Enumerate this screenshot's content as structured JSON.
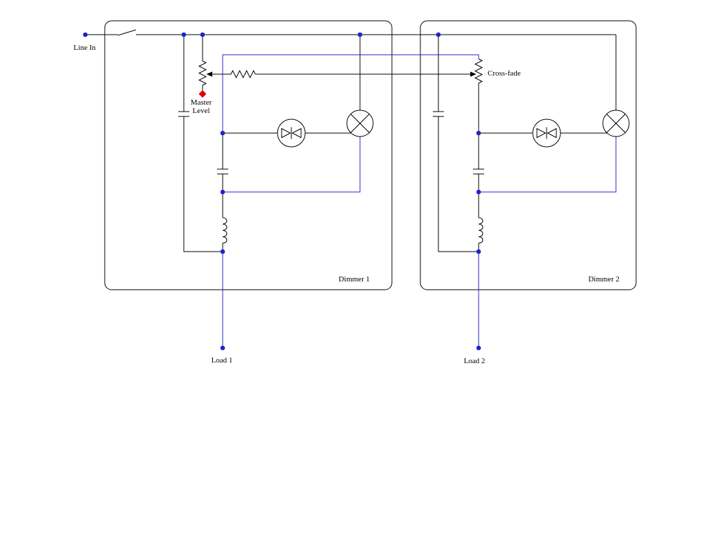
{
  "diagram": {
    "type": "circuit-schematic",
    "colors": {
      "wire": "#000000",
      "blue_wire": "#2323cb",
      "junction": "#2323cb",
      "indicator": "#e00000",
      "component_fill": "#ffffff",
      "canvas_bg": "#ffffff"
    },
    "labels": {
      "line_in": "Line In",
      "master_line1": "Master",
      "master_line2": "Level",
      "cross_fade": "Cross-fade",
      "dimmer1": "Dimmer 1",
      "dimmer2": "Dimmer 2",
      "load1": "Load 1",
      "load2": "Load 2"
    },
    "components": {
      "dimmer1": [
        "power-switch",
        "line-capacitor",
        "master-level-potentiometer",
        "series-resistor",
        "triac",
        "trigger-lamp",
        "timing-capacitor",
        "filter-inductor"
      ],
      "dimmer2": [
        "line-capacitor",
        "cross-fade-potentiometer",
        "triac",
        "trigger-lamp",
        "timing-capacitor",
        "filter-inductor"
      ]
    }
  }
}
